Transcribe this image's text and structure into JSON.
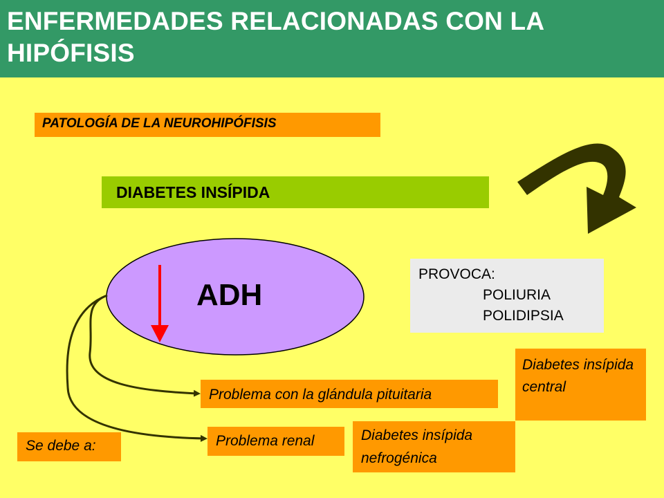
{
  "header": {
    "title": "ENFERMEDADES RELACIONADAS CON LA HIPÓFISIS"
  },
  "section_label": "PATOLOGÍA DE LA NEUROHIPÓFISIS",
  "subsection_label": "DIABETES INSÍPIDA",
  "hormone": {
    "label": "ADH",
    "trend": "decrease"
  },
  "effects": {
    "title": "PROVOCA:",
    "items": [
      "POLIURIA",
      "POLIDIPSIA"
    ]
  },
  "causes": {
    "label": "Se debe a:",
    "items": [
      "Problema con la glándula pituitaria",
      "Problema renal"
    ]
  },
  "types": {
    "central": "Diabetes insípida central",
    "nephrogenic": "Diabetes insípida nefrogénica"
  },
  "colors": {
    "header_bg": "#339966",
    "slide_bg": "#ffff66",
    "tag_orange": "#ff9900",
    "tag_green": "#99cc00",
    "ellipse_fill": "#cc99ff",
    "arrow_red": "#ff0000",
    "curve_arrow": "#333300"
  }
}
